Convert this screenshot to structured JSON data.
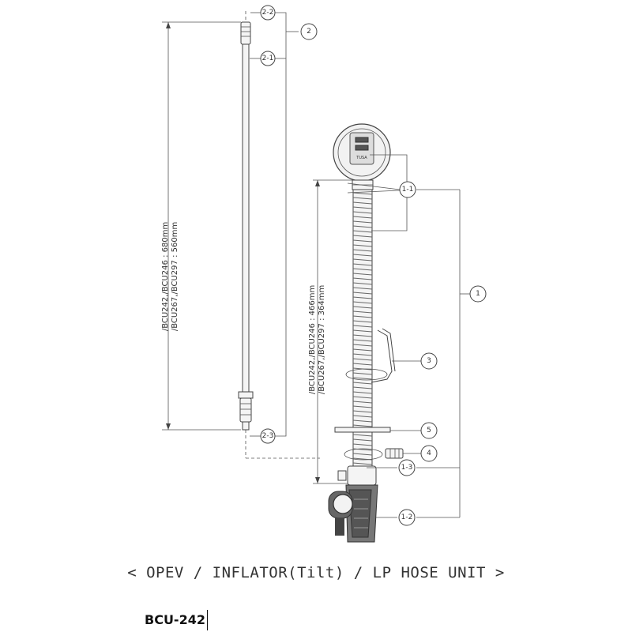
{
  "title": "< OPEV / INFLATOR(Tilt) / LP HOSE UNIT >",
  "model": "BCU-242",
  "dimensions": {
    "hose_line1": "/BCU242,/BCU246 : 680mm",
    "hose_line2": "/BCU267,/BCU297 : 560mm",
    "inflator_line1": "/BCU242,/BCU246 : 466mm",
    "inflator_line2": "/BCU267,/BCU297 : 364mm"
  },
  "callouts": {
    "c2_2": "2-2",
    "c2": "2",
    "c2_1": "2-1",
    "c2_3": "2-3",
    "c1_1": "1-1",
    "c1": "1",
    "c3": "3",
    "c5": "5",
    "c4": "4",
    "c1_3": "1-3",
    "c1_2": "1-2"
  },
  "valve_label": "TUSA"
}
